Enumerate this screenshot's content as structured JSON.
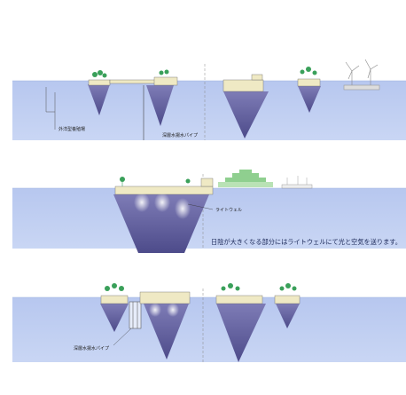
{
  "panels": [
    {
      "id": "panel-top",
      "labels": {
        "offshore_farm": "外洋型養殖場",
        "deep_water_pipe": "深層水揚水パイプ"
      }
    },
    {
      "id": "panel-middle",
      "labels": {
        "light_well": "ライトウェル"
      },
      "caption": "日陰が大きくなる部分にはライトウェルにて光と空気を送ります。"
    },
    {
      "id": "panel-bottom",
      "labels": {
        "deep_water_pipe": "深層水揚水パイプ"
      }
    }
  ],
  "colors": {
    "sea_light": "#c9d6f4",
    "sea": "#aebfec",
    "cone": "#5b5b9a",
    "platform": "#efe9c4",
    "vegetation": "#3aa05a"
  }
}
